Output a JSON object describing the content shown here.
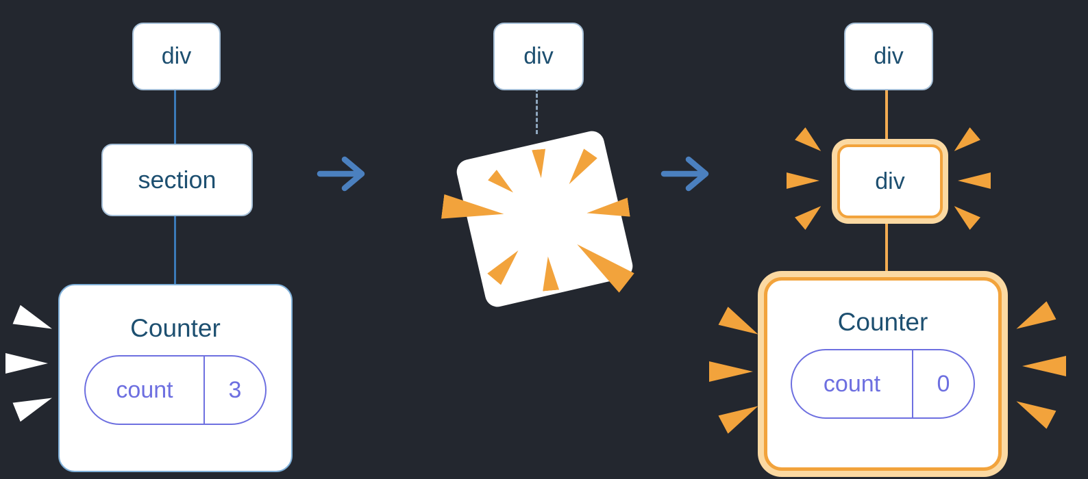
{
  "colors": {
    "background": "#23272F",
    "blue_text": "#1D4F70",
    "blue_line": "#3B7AB8",
    "blue_arrow": "#4B80BF",
    "dash_line": "#8FA7BE",
    "node_border": "#A6C0D8",
    "counter_border": "#7FB0D9",
    "purple": "#6D6FE0",
    "orange": "#F2A33C",
    "orange_line": "#F3AC52",
    "orange_light": "#FBD9A2"
  },
  "before": {
    "root_label": "div",
    "section_label": "section",
    "component": {
      "title": "Counter",
      "state_key": "count",
      "state_value": "3"
    }
  },
  "during": {
    "root_label": "div"
  },
  "after": {
    "root_label": "div",
    "child_label": "div",
    "component": {
      "title": "Counter",
      "state_key": "count",
      "state_value": "0"
    }
  }
}
